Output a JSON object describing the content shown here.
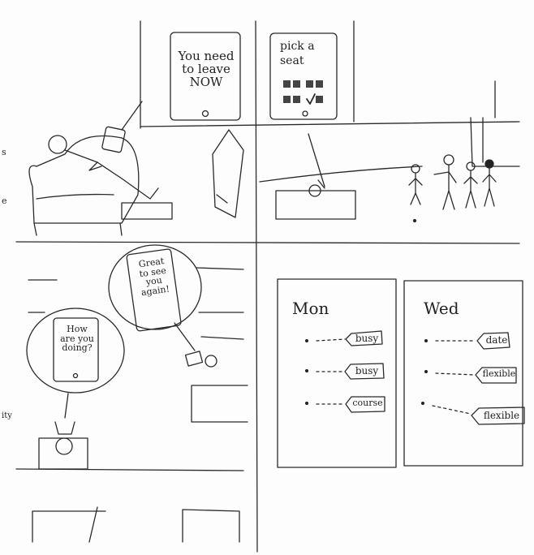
{
  "stroke_color": "#2a2a2a",
  "paper_color": "#fdfdfd",
  "panel_top_left": {
    "tablet_text": "You need\nto leave\nNOW"
  },
  "panel_top_right": {
    "tablet_title_line1": "pick a",
    "tablet_title_line2": "seat"
  },
  "panel_bottom_left": {
    "bubble_left_text": "How\nare you\ndoing?",
    "bubble_right_text": "Great\nto see\nyou\nagain!",
    "margin_scribble": "ity"
  },
  "panel_bottom_right": {
    "card_mon": {
      "day": "Mon",
      "tags": [
        "busy",
        "busy",
        "course"
      ]
    },
    "card_wed": {
      "day": "Wed",
      "tags": [
        "date",
        "flexible",
        "flexible"
      ]
    }
  },
  "margin_scribble_left": [
    "s",
    "e"
  ]
}
